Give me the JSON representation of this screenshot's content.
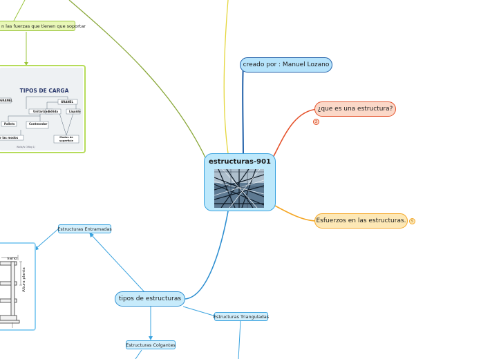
{
  "central": {
    "title": "estructuras-901"
  },
  "nodes": {
    "creator": "creado por : Manuel Lozano",
    "what_is": "¿que es una estructura?",
    "what_is_badge": "2",
    "efforts": "Esfuerzos en las estructuras.",
    "efforts_badge": "5",
    "types": "tipos de estructuras",
    "framed": "Estructuras Entramadas",
    "triangulated": "Estructuras Trianguladas",
    "hanging": "Estructuras Colgantes",
    "forces": "n las fuerzas que tienen que soportar"
  },
  "cargo_figure": {
    "title": "TIPOS DE CARGA",
    "labels": {
      "granel_left": "GRANEL",
      "granel_right": "GRANEL",
      "unitarized": "Unitarizad",
      "solids": "Sólida",
      "liquids": "Liquido",
      "pallets": "Pallets",
      "container": "Contenedor",
      "by_modes": "r las modos",
      "surface_modes": "Modos de superficie",
      "footer": "Walls/fs  OWag 1/"
    }
  },
  "frame_figure": {
    "top_label": "vano",
    "side_label": "Altura  planta"
  },
  "colors": {
    "central_fill": "#bde8fb",
    "central_border": "#3aa3df",
    "blue_link": "#1f6fb8",
    "red_link": "#e5512a",
    "orange_link": "#f5a623",
    "green_link": "#9bc53d",
    "olive_link": "#8aa83a",
    "yellow_link": "#e4d63a",
    "light_blue_link": "#3aa3df"
  }
}
